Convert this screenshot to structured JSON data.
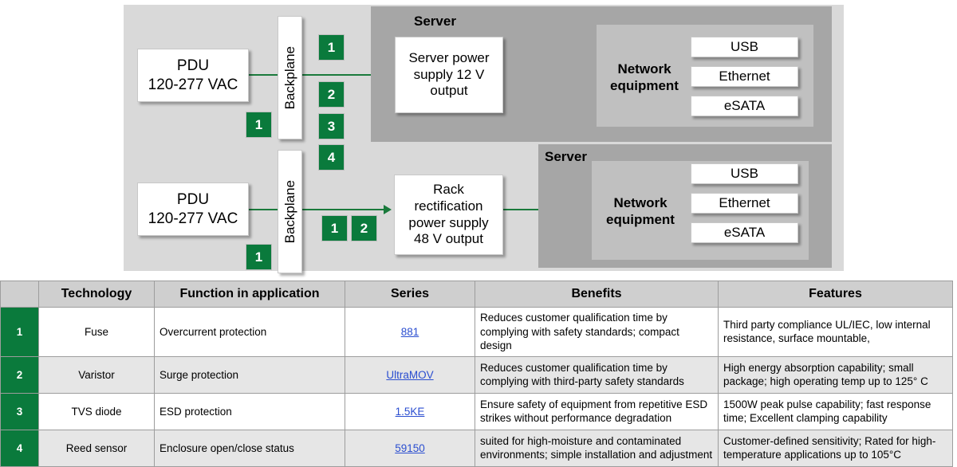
{
  "diagram": {
    "pdu_top": "PDU\n120-277 VAC",
    "pdu_top_line1": "PDU",
    "pdu_top_line2": "120-277 VAC",
    "pdu_bottom_line1": "PDU",
    "pdu_bottom_line2": "120-277 VAC",
    "backplane_top_label": "Backplane",
    "backplane_bottom_label": "Backplane",
    "badge_left_top": "1",
    "badge_left_bottom": "1",
    "badges_column": [
      "1",
      "2",
      "3",
      "4"
    ],
    "badges_lower_pair": [
      "1",
      "2"
    ],
    "server_top_title": "Server",
    "server_bottom_title": "Server",
    "psu_top_line1": "Server power",
    "psu_top_line2": "supply 12 V",
    "psu_top_line3": "output",
    "psu_bottom_line1": "Rack",
    "psu_bottom_line2": "rectification",
    "psu_bottom_line3": "power supply",
    "psu_bottom_line4": "48 V output",
    "network_top_line1": "Network",
    "network_top_line2": "equipment",
    "network_bottom_line1": "Network",
    "network_bottom_line2": "equipment",
    "ports_top": [
      "USB",
      "Ethernet",
      "eSATA"
    ],
    "ports_bottom": [
      "USB",
      "Ethernet",
      "eSATA"
    ],
    "colors": {
      "panel_background": "#d9d9d9",
      "server_background": "#a6a6a6",
      "network_background": "#c0c0c0",
      "accent_green": "#0a7a3c",
      "wire_green": "#1a7a3c"
    }
  },
  "table": {
    "headers": [
      "",
      "Technology",
      "Function in application",
      "Series",
      "Benefits",
      "Features"
    ],
    "rows": [
      {
        "num": "1",
        "technology": "Fuse",
        "function": "Overcurrent protection",
        "series": "881",
        "benefits": "Reduces customer qualification time by complying with safety standards; compact design",
        "features": "Third party compliance UL/IEC, low internal resistance, surface mountable,"
      },
      {
        "num": "2",
        "technology": "Varistor",
        "function": "Surge protection",
        "series": "UltraMOV",
        "benefits": "Reduces customer qualification time by complying with third-party safety standards",
        "features": "High energy absorption capability; small package; high operating temp up to 125° C"
      },
      {
        "num": "3",
        "technology": "TVS diode",
        "function": "ESD protection",
        "series": "1.5KE",
        "benefits": "Ensure safety of equipment from repetitive ESD strikes  without performance degradation",
        "features": "1500W peak pulse capability; fast response time; Excellent clamping capability"
      },
      {
        "num": "4",
        "technology": "Reed sensor",
        "function": "Enclosure open/close status",
        "series": "59150",
        "benefits": "suited for high-moisture and contaminated environments; simple installation and adjustment",
        "features": "Customer-defined sensitivity; Rated for high-temperature applications up to 105°C"
      }
    ],
    "colors": {
      "header_background": "#cfcfcf",
      "num_background": "#0a7a3c",
      "link": "#2b4ed0"
    }
  }
}
